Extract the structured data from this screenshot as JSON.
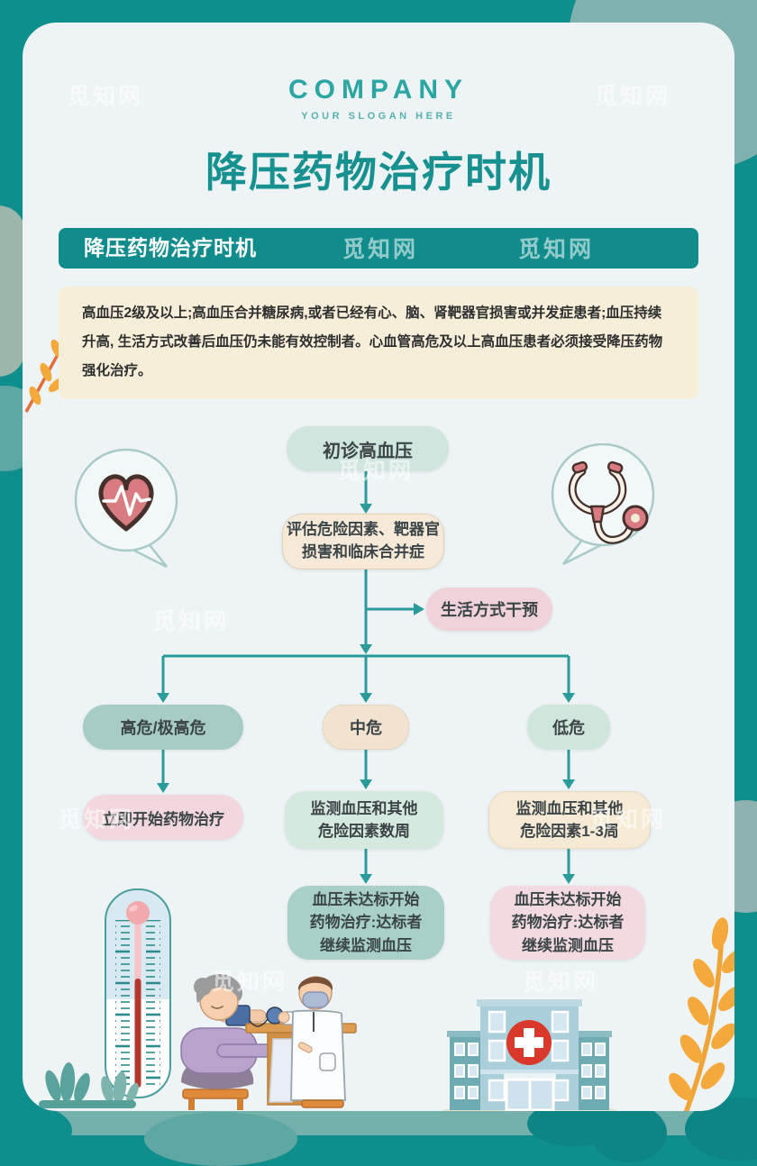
{
  "header": {
    "company": "COMPANY",
    "slogan": "YOUR SLOGAN HERE",
    "title": "降压药物治疗时机"
  },
  "section": {
    "banner": "降压药物治疗时机",
    "intro": "高血压2级及以上;高血压合并糖尿病,或者已经有心、脑、肾靶器官损害或并发症患者;血压持续升高, 生活方式改善后血压仍未能有效控制者。心血管高危及以上高血压患者必须接受降压药物强化治疗。"
  },
  "flowchart": {
    "nodes": {
      "start": "初诊高血压",
      "assess_line1": "评估危险因素、靶器官",
      "assess_line2": "损害和临床合并症",
      "lifestyle": "生活方式干预",
      "high_risk": "高危/极高危",
      "mid_risk": "中危",
      "low_risk": "低危",
      "immediate": "立即开始药物治疗",
      "monitor_weeks_line1": "监测血压和其他",
      "monitor_weeks_line2": "危险因素数周",
      "monitor_1to3_line1": "监测血压和其他",
      "monitor_1to3_line2": "危险因素1-3周",
      "notmet_line1": "血压未达标开始",
      "notmet_line2": "药物治疗:达标者",
      "notmet_line3": "继续监测血压"
    }
  },
  "watermark": "觅知网",
  "icons": {
    "heart": "heart-ekg-icon",
    "stethoscope": "stethoscope-icon",
    "thermometer": "thermometer-icon",
    "hospital": "hospital-icon",
    "scene": "blood-pressure-exam-illustration",
    "wheat": "wheat-branch-icon",
    "leaf": "leaf-branch-icon"
  },
  "colors": {
    "border_teal": "#0E8F8E",
    "card_bg": "#EEF3F5",
    "banner": "#0F8C8B",
    "title": "#17918F",
    "arrow": "#2A9B9A",
    "intro_bg": "#F6EED8",
    "pink": "#F0D3DA",
    "mint": "#CFE5DD",
    "sage": "#A7CBC5",
    "beige": "#F6EAD4",
    "teal_box": "#A9CFC9",
    "pink_box": "#F3DAE1",
    "accent_yellow": "#F3A93C",
    "accent_red": "#B5382E"
  }
}
